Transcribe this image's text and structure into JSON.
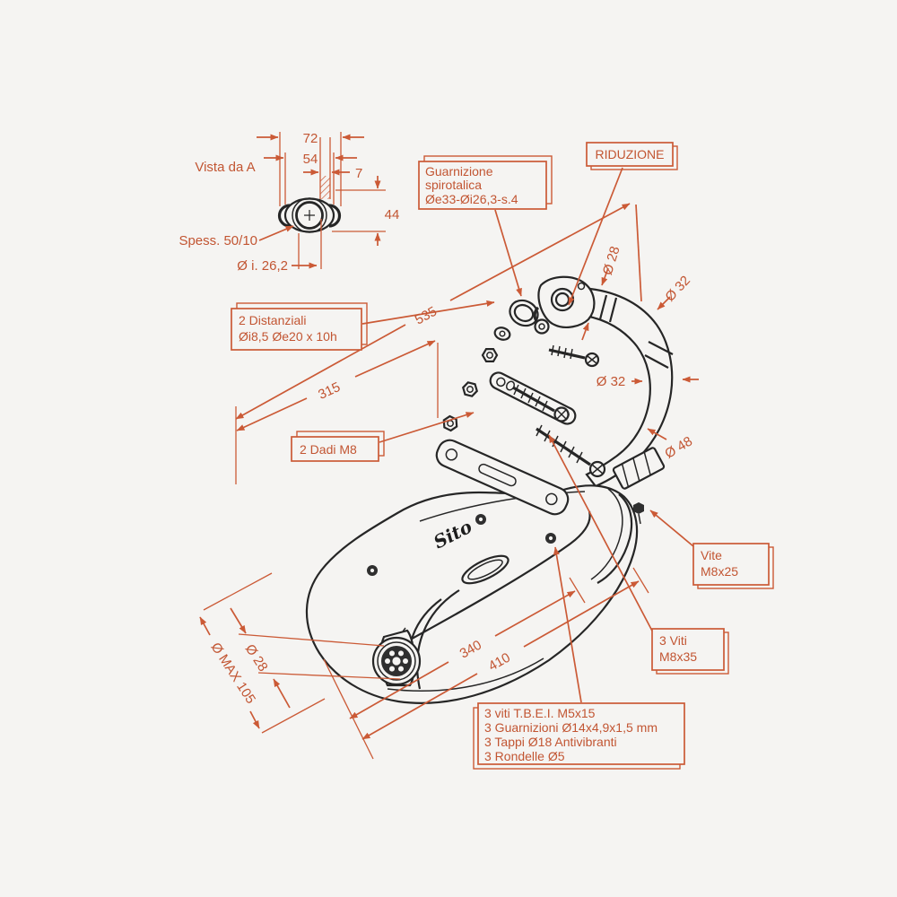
{
  "drawing": {
    "background_color": "#f5f4f2",
    "line_color": "#262626",
    "annotation_color": "#cb5a36",
    "detail_view": {
      "label": "Vista da  A",
      "dim_72": "72",
      "dim_54": "54",
      "dim_7": "7",
      "dim_44": "44",
      "thickness_label": "Spess. 50/10",
      "inner_diameter_label": "Ø i. 26,2"
    },
    "callouts": {
      "guarnizione": {
        "line1": "Guarnizione",
        "line2": "spirotalica",
        "line3": "Øe33-Øi26,3-s.4"
      },
      "riduzione": {
        "label": "RIDUZIONE"
      },
      "distanziali": {
        "line1": "2 Distanziali",
        "line2": "Øi8,5  Øe20 x 10h"
      },
      "dadi": {
        "label": "2 Dadi M8"
      },
      "vite": {
        "line1": "Vite",
        "line2": "M8x25"
      },
      "viti": {
        "line1": "3 Viti",
        "line2": "M8x35"
      },
      "kit": {
        "line1": "3 viti T.B.E.I. M5x15",
        "line2": "3 Guarnizioni Ø14x4,9x1,5 mm",
        "line3": "3 Tappi Ø18 Antivibranti",
        "line4": "3 Rondelle Ø5"
      }
    },
    "dimensions": {
      "len_535": "535",
      "len_315": "315",
      "len_340": "340",
      "len_410": "410",
      "dia_max": "Ø MAX 105",
      "dia_28_outlet": "Ø 28",
      "dia_28_pipe": "Ø 28",
      "dia_32_upper": "Ø 32",
      "dia_32_mid": "Ø 32",
      "dia_48": "Ø 48"
    },
    "logo": "Sito"
  }
}
